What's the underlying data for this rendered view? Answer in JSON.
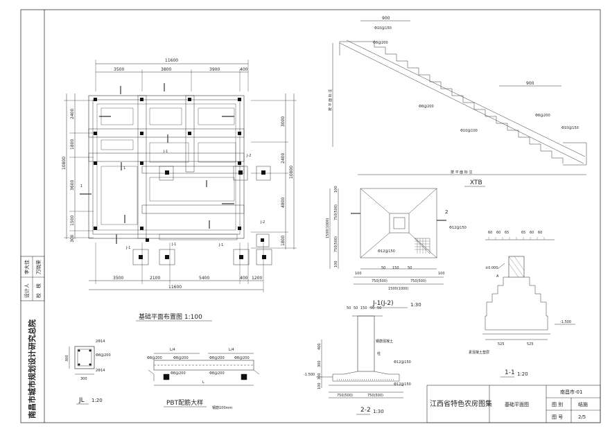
{
  "sheet": {
    "institute": "南昌市城市规划设计研究总院",
    "signatures": {
      "designer_role": "设计人",
      "designer_name": "李大佳",
      "checker_role": "校　核",
      "checker_name": "万晓荣"
    },
    "title_block": {
      "atlas": "江西省特色农房图集",
      "drawing_name": "基础平面图",
      "project_no": "南昌市-01",
      "category_label": "图 别",
      "category_value": "结施",
      "sheet_label": "图 号",
      "sheet_value": "2/5"
    }
  },
  "plan": {
    "caption": "基础平面布置图 1:100",
    "top_total": "11600",
    "top_dims": [
      "3500",
      "3800",
      "3900",
      "400"
    ],
    "bottom_dims": [
      "3500",
      "2100",
      "5400",
      "400",
      "1200"
    ],
    "bottom_total": "11600",
    "left_dims": [
      "2400",
      "1800",
      "3600",
      "1500",
      "300"
    ],
    "left_total": "10800",
    "right_dims": [
      "3000",
      "2400",
      "4800",
      "1800"
    ],
    "right_total": "10800",
    "sections": [
      "1",
      "1",
      "J-1",
      "J-2",
      "J-1",
      "J-2",
      "J-1",
      "J-1"
    ]
  },
  "stair": {
    "caption": "XTB",
    "top_dim": "900",
    "mid_dim": "900",
    "rebar": [
      "Φ10@150",
      "Φ8@200",
      "Φ8@200",
      "Φ10@100",
      "Φ8@200",
      "Φ10@150"
    ],
    "width_label": "按 平 面 标 注",
    "height_label": "按 平 面 标 注"
  },
  "footing": {
    "caption": "J-1(J-2)",
    "scale": "1:30",
    "left_dims": [
      "100",
      "750(500)",
      "1500(1000)",
      "750(500)",
      "100"
    ],
    "bottom_dims": [
      "100",
      "50",
      "150",
      "50",
      "750(500)",
      "750(500)",
      "1500(1000)",
      "100"
    ],
    "rebar": [
      "Φ12@150",
      "Φ12@150"
    ],
    "marker": "2"
  },
  "wall_section": {
    "caption": "1-1",
    "scale": "1:20",
    "top_dims": [
      "60",
      "60",
      "65",
      "65",
      "60",
      "60"
    ],
    "elev": "±0.000",
    "elev2": "-1.500",
    "bottom_dims": [
      "525",
      "525"
    ],
    "note": "素混凝土垫层",
    "marker": "A"
  },
  "footing_section": {
    "caption": "2-2",
    "scale": "1:30",
    "top_dims": [
      "50",
      "50",
      "150",
      "50",
      "50"
    ],
    "left_dims": [
      "400",
      "300",
      "300",
      "100"
    ],
    "elev": "-1.500",
    "bottom_dims": [
      "750(500)",
      "750(500)"
    ],
    "rebar": [
      "Φ12@150",
      "Φ12@150"
    ],
    "label_a": "钢筋混凝土",
    "label_b": "柱"
  },
  "column": {
    "caption": "JL",
    "scale": "1:20",
    "rebar": [
      "2Φ14",
      "Φ8@200",
      "2Φ14"
    ],
    "dims": [
      "300",
      "300"
    ]
  },
  "beam": {
    "caption": "PBT配筋大样",
    "note": "钢筋100mm",
    "dims": [
      "L/4",
      "L/4",
      "L"
    ],
    "rebar": [
      "Φ8@200",
      "Φ8@200",
      "Φ8@200",
      "Φ8@200",
      "Φ8@200",
      "Φ8@200"
    ]
  }
}
